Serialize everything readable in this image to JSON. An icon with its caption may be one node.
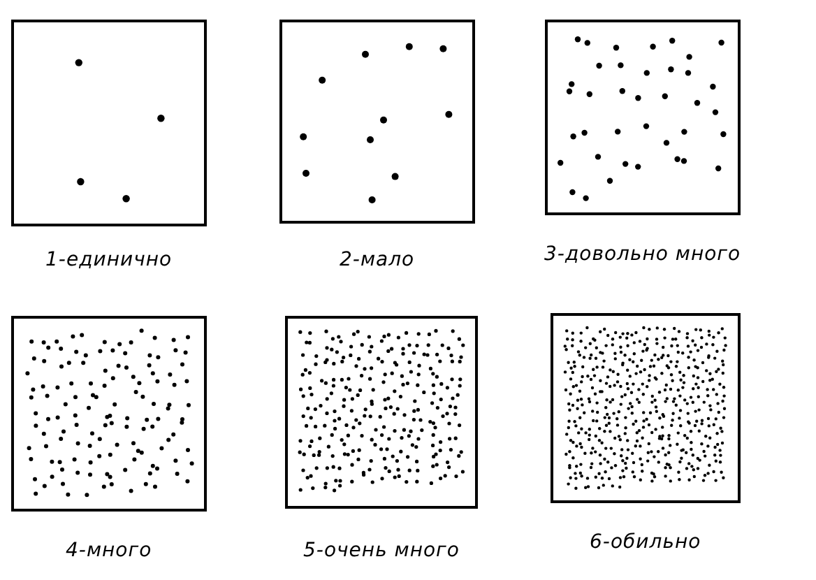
{
  "diagram": {
    "nodes": [
      {
        "text": [],
        "shape": "box",
        "beside": [
          "1-единично"
        ]
      },
      {
        "text": [],
        "shape": "box",
        "beside": [
          "2-мало"
        ]
      },
      {
        "text": [],
        "shape": "box",
        "beside": [
          "3-довольно много"
        ]
      },
      {
        "text": [],
        "shape": "box",
        "beside": [
          "4-много"
        ]
      },
      {
        "text": [],
        "shape": "box",
        "beside": [
          "5-очень много"
        ]
      },
      {
        "text": [],
        "shape": "box",
        "beside": [
          "6-обильно"
        ]
      }
    ]
  }
}
